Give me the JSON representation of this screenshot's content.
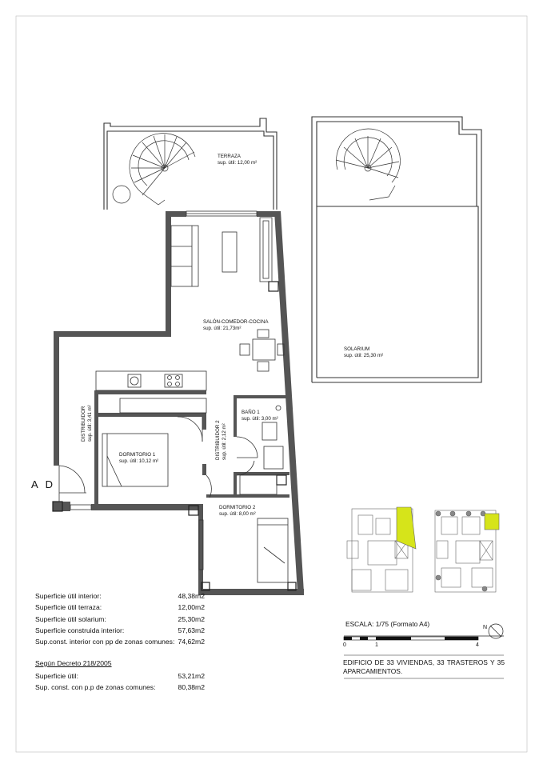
{
  "rooms": {
    "terraza": {
      "name": "TERRAZA",
      "area": "sup. útil: 12,00 m²"
    },
    "solarium": {
      "name": "SOLARIUM",
      "area": "sup. útil: 25,30 m²"
    },
    "salon": {
      "name": "SALÓN-COMEDOR-COCINA",
      "area": "sup. útil: 21,73m²"
    },
    "bano": {
      "name": "BAÑO 1",
      "area": "sup. útil: 3,00 m²"
    },
    "distribuidor1": {
      "name": "DISTRIBUIDOR",
      "area": "sup. útil: 3,41 m²"
    },
    "distribuidor2": {
      "name": "DISTRIBUIDOR 2",
      "area": "sup. útil: 2,12 m²"
    },
    "dormitorio1": {
      "name": "DORMITORIO 1",
      "area": "sup. útil: 10,12 m²"
    },
    "dormitorio2": {
      "name": "DORMITORIO 2",
      "area": "sup. útil: 8,00 m²"
    }
  },
  "unit_label": "A D",
  "surfaces": [
    {
      "label": "Superficie útil interior:",
      "value": "48,38m2"
    },
    {
      "label": "Superficie útil terraza:",
      "value": "12,00m2"
    },
    {
      "label": "Superficie útil solarium:",
      "value": "25,30m2"
    },
    {
      "label": "Superficie construida interior:",
      "value": "57,63m2"
    },
    {
      "label": "Sup.const. interior con pp de zonas comunes:",
      "value": "74,62m2"
    }
  ],
  "decree": {
    "title": "Según Decreto 218/2005",
    "rows": [
      {
        "label": "Superficie útil:",
        "value": "53,21m2"
      },
      {
        "label": "Sup. const. con p.p de zonas comunes:",
        "value": "80,38m2"
      }
    ]
  },
  "scale": {
    "label": "ESCALA: 1/75 (Formato A4)",
    "ticks": [
      "0",
      "1",
      "4"
    ]
  },
  "north": "N",
  "building": "EDIFICIO DE 33 VIVIENDAS, 33 TRASTEROS Y 35 APARCAMIENTOS.",
  "colors": {
    "wall": "#555555",
    "highlight": "#d6e41a",
    "line": "#222222"
  }
}
